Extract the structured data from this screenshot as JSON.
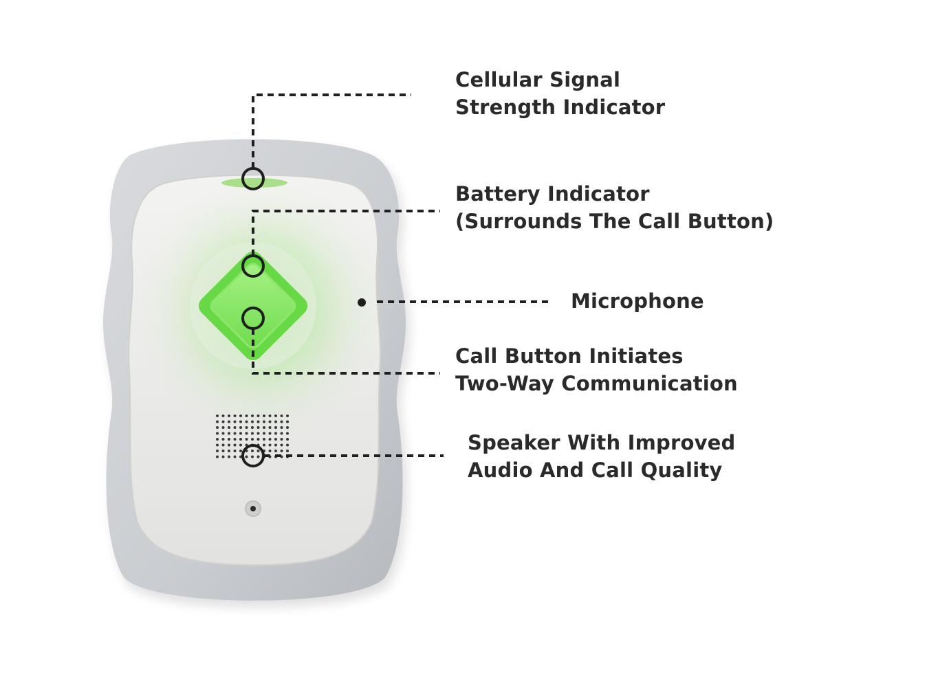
{
  "labels": {
    "cellular_signal": {
      "line1": "Cellular Signal",
      "line2": "Strength Indicator"
    },
    "battery": {
      "line1": "Battery Indicator",
      "line2": "(Surrounds The Call Button)"
    },
    "microphone": {
      "line1": "Microphone"
    },
    "call_button": {
      "line1": "Call Button Initiates",
      "line2": "Two-Way Communication"
    },
    "speaker": {
      "line1": "Speaker With Improved",
      "line2": "Audio And Call Quality"
    }
  },
  "colors": {
    "text": "#2a2a2a",
    "leader_line": "#1f1f1f",
    "device_bumper": "#cdd0d4",
    "device_face": "#eeeeec",
    "button_glow": "#7be65a",
    "button_core": "#9ff07d"
  },
  "icons": {
    "device": "medical-alert-device-icon",
    "call_button": "call-button-icon",
    "speaker_grille": "speaker-grille-icon"
  }
}
